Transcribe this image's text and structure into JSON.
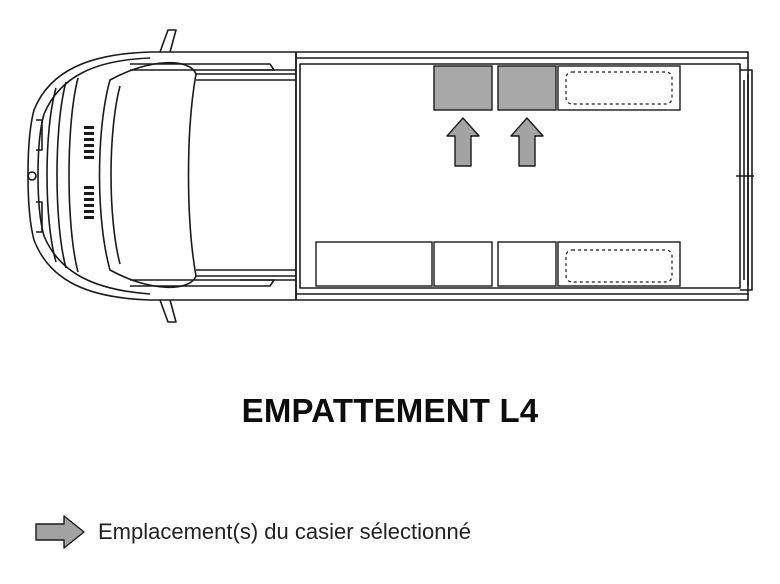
{
  "title": "EMPATTEMENT L4",
  "legend": {
    "icon": "gray-arrow-icon",
    "label": "Emplacement(s) du casier sélectionné"
  },
  "van": {
    "top_row_slots": [
      "selected",
      "selected",
      "empty"
    ],
    "bottom_row_slots": [
      "empty",
      "empty",
      "empty",
      "empty"
    ]
  },
  "colors": {
    "selected_fill": "#a8a8a8",
    "arrow_fill": "#a3a3a3",
    "line": "#1a1a1a"
  }
}
